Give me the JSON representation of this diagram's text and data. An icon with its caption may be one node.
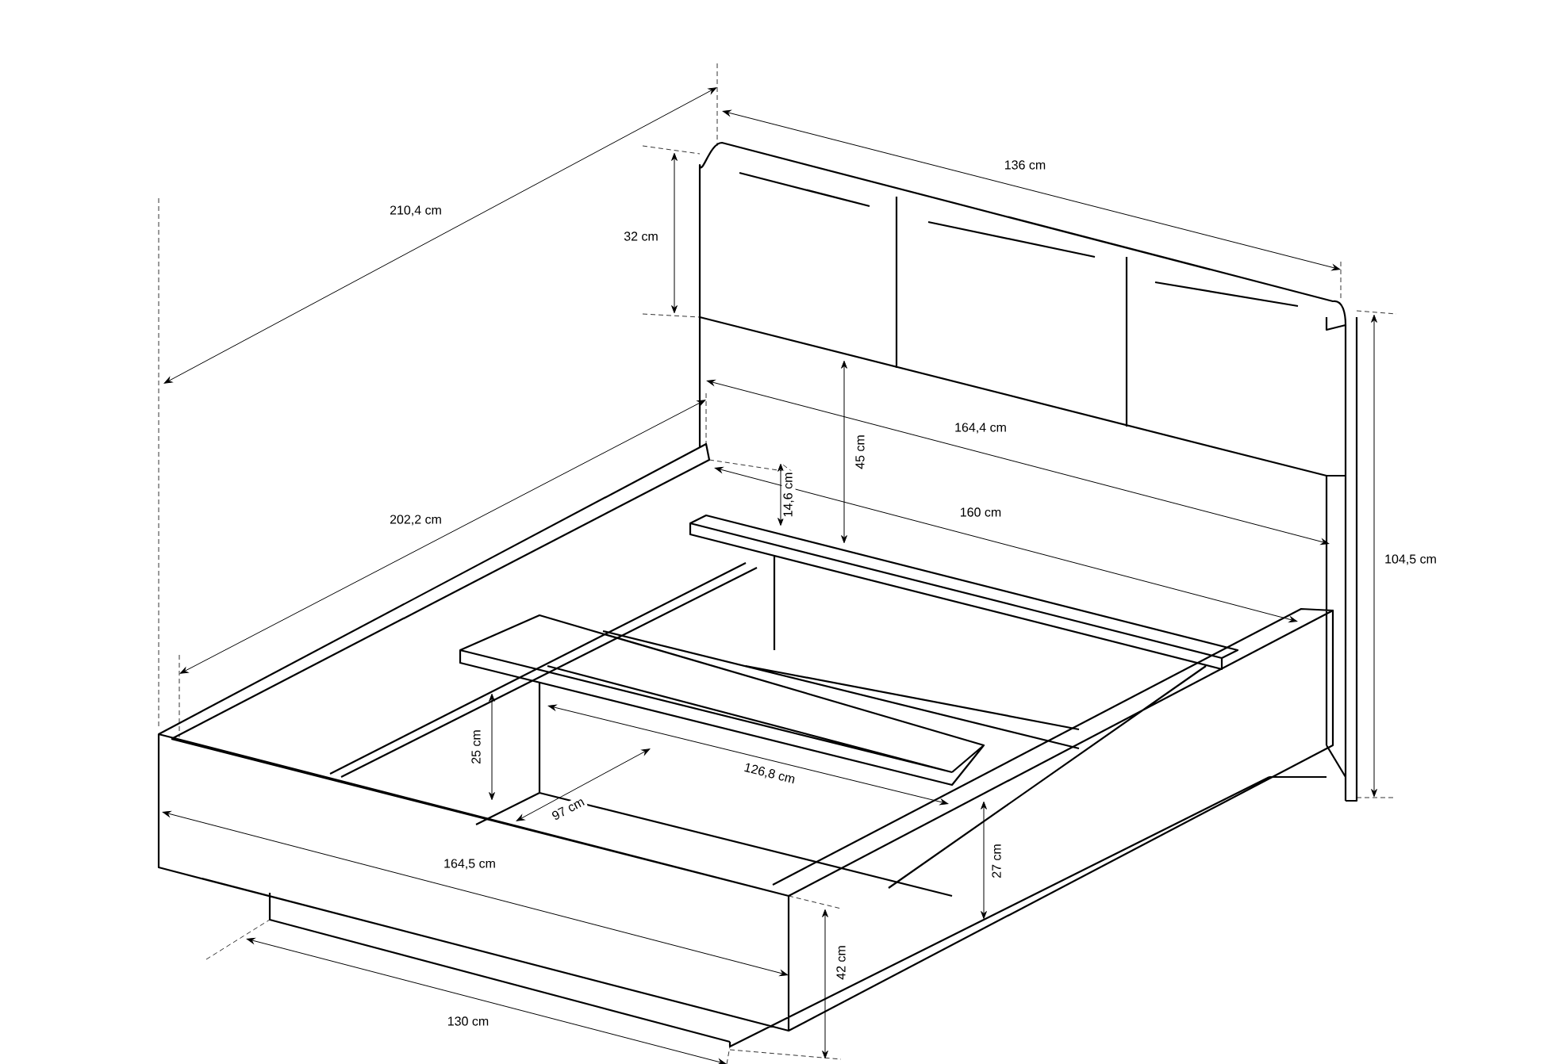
{
  "diagram": {
    "labels": [
      "210,4 cm",
      "136 cm",
      "32 cm",
      "164,4 cm",
      "45 cm",
      "14,6 cm",
      "160 cm",
      "202,2 cm",
      "104,5 cm",
      "126,8 cm",
      "25 cm",
      "97 cm",
      "164,5 cm",
      "27 cm",
      "42 cm",
      "130 cm"
    ]
  }
}
